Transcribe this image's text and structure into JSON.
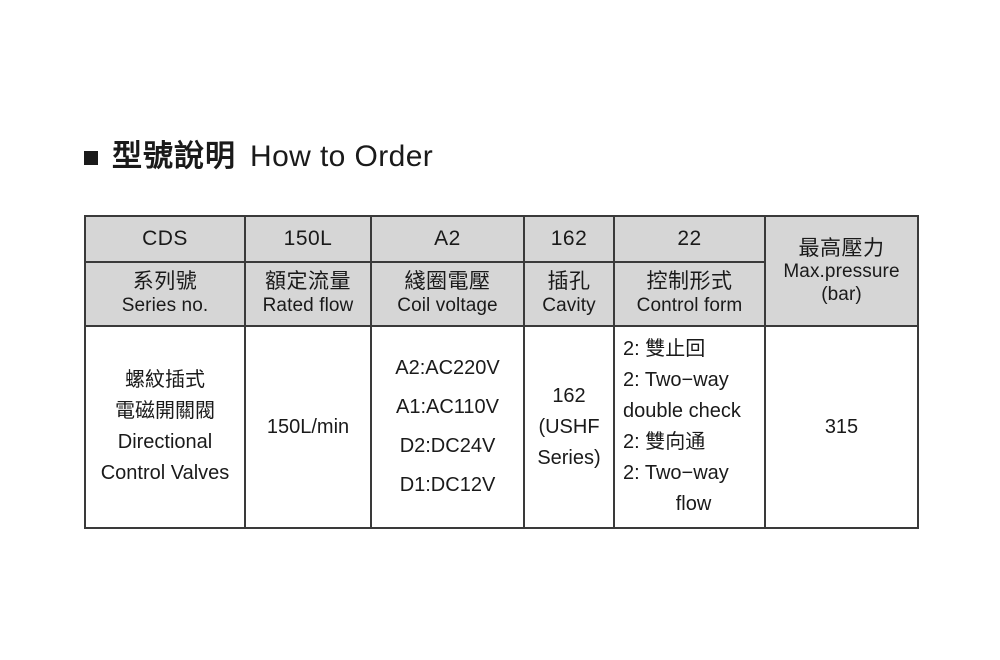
{
  "heading": {
    "bullet": "square-bullet-icon",
    "title_cn": "型號說明",
    "title_en": "How to Order"
  },
  "table": {
    "code_row": [
      "CDS",
      "150L",
      "A2",
      "162",
      "22"
    ],
    "label_row": [
      {
        "cn": "系列號",
        "en": "Series no."
      },
      {
        "cn": "額定流量",
        "en": "Rated flow"
      },
      {
        "cn": "綫圈電壓",
        "en": "Coil voltage"
      },
      {
        "cn": "插孔",
        "en": "Cavity"
      },
      {
        "cn": "控制形式",
        "en": "Control form"
      }
    ],
    "merged_header": {
      "cn": "最高壓力",
      "en": "Max.pressure",
      "unit": "(bar)"
    },
    "body": {
      "series": {
        "l1": "螺紋插式",
        "l2": "電磁開關閥",
        "l3": "Directional",
        "l4": "Control Valves"
      },
      "rated_flow": "150L/min",
      "coil_voltage": {
        "l1": "A2:AC220V",
        "l2": "A1:AC110V",
        "l3": "D2:DC24V",
        "l4": "D1:DC12V"
      },
      "cavity": {
        "l1": "162",
        "l2": "(USHF",
        "l3": "Series)"
      },
      "control_form": {
        "l1": "2: 雙止回",
        "l2": "2: Two−way",
        "l3": "double check",
        "l4": "2: 雙向通",
        "l5": "2: Two−way",
        "l6": "flow"
      },
      "max_pressure": "315"
    }
  },
  "colors": {
    "header_fill": "#d6d6d6",
    "border": "#3a3a3a",
    "text": "#1a1a1a",
    "page_background": "#ffffff"
  }
}
